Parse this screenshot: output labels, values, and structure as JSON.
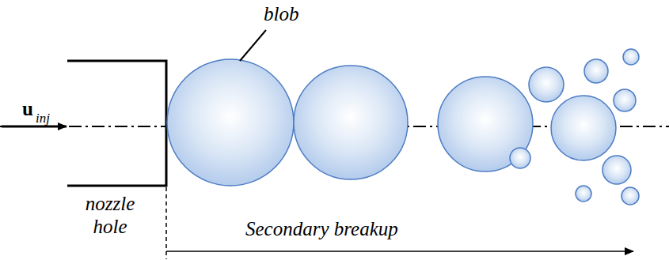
{
  "diagram": {
    "labels": [
      "blob",
      "u",
      "inj",
      "nozzle hole",
      "Secondary breakup"
    ]
  }
}
